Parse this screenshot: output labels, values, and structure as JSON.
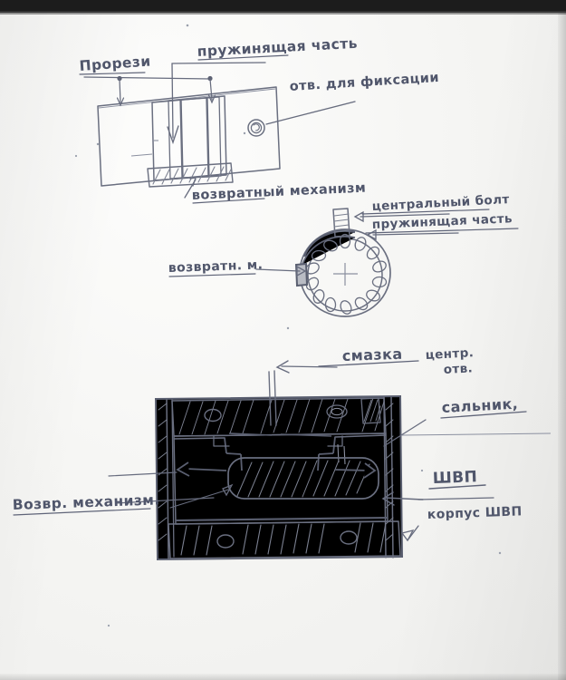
{
  "document": {
    "kind": "hand-drawn-technical-sketch",
    "medium": "pencil on white paper",
    "language": "ru"
  },
  "figures": [
    {
      "id": "fig-top-plate",
      "name": "slotted-spring-plate",
      "labels": [
        "Прорези",
        "пружинящая  часть",
        "отв. для фиксации",
        "возвратный механизм"
      ]
    },
    {
      "id": "fig-mid-ring",
      "name": "circular-return-mechanism",
      "labels": [
        "центральный болт",
        "пружинящая часть",
        "возвратн. м."
      ]
    },
    {
      "id": "fig-bottom-assembly",
      "name": "ball-screw-assembly-section",
      "labels": [
        "смазка",
        "центр.",
        "отв.",
        "сальник,",
        "ШВП",
        "корпус ШВП",
        "Возвр. механизм."
      ]
    }
  ],
  "annotations": {
    "slots": "Прорези",
    "spring_part_top": "пружинящая  часть",
    "fixation_hole": "отв. для фиксации",
    "return_mechanism": "возвратный механизм",
    "central_bolt": "центральный болт",
    "spring_part_mid": "пружинящая часть",
    "return_mech_short": "возвратн. м.",
    "lubricant": "смазка",
    "central_line1": "центр.",
    "central_line2": "отв.",
    "gland_seal": "сальник,",
    "ball_screw": "ШВП",
    "ball_screw_housing": "корпус ШВП",
    "return_mech_bottom": "Возвр. механизм."
  },
  "colors": {
    "paper": "#f4f4f2",
    "pencil": "#6a6f80",
    "pencil_dark": "#5a5f70",
    "ink_text": "#50566b",
    "scanner_bar": "#1c1c1c"
  }
}
